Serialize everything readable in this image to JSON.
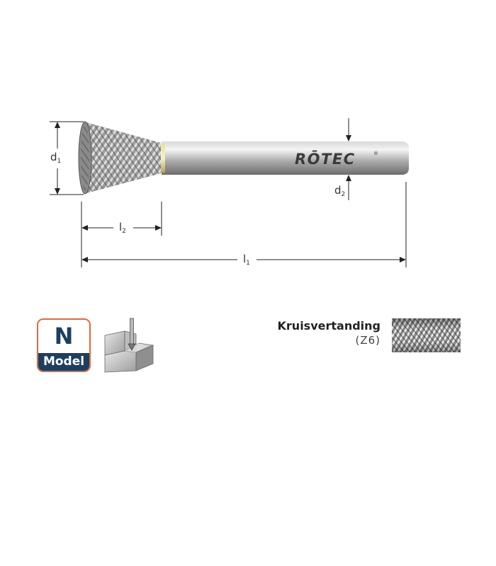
{
  "drawing": {
    "brand": "RŌTEC",
    "dimensions": {
      "d1": {
        "main": "d",
        "sub": "1"
      },
      "d2": {
        "main": "d",
        "sub": "2"
      },
      "l1": {
        "main": "l",
        "sub": "1"
      },
      "l2": {
        "main": "l",
        "sub": "2"
      }
    }
  },
  "model_badge": {
    "letter": "N",
    "label": "Model",
    "border_color": "#e0693a",
    "band_color": "#1c3f61"
  },
  "cut_type": {
    "name": "Kruisvertanding",
    "code": "(Z6)"
  }
}
